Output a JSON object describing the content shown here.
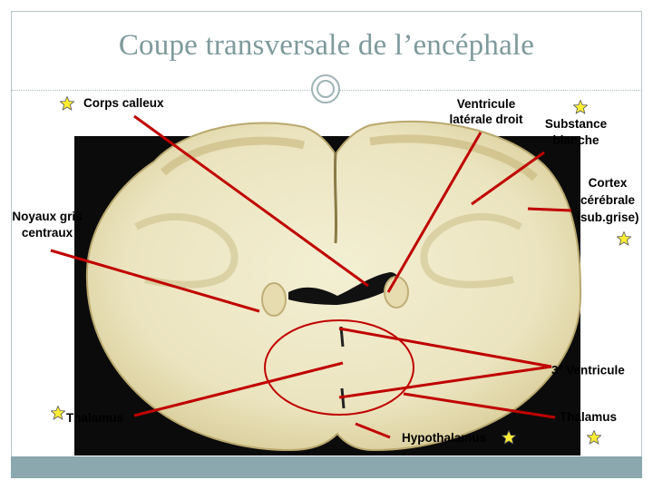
{
  "slide": {
    "title": "Coupe transversale de l’encéphale"
  },
  "labels": {
    "corps_calleux": "Corps calleux",
    "ventricule_1": "Ventricule",
    "ventricule_2": "latérale droit",
    "substance_1": "Substance",
    "substance_2": "blanche",
    "cortex_1": "Cortex",
    "cortex_2": "cérébrale",
    "cortex_3": "(sub.grise)",
    "noyaux_1": "Noyaux gris",
    "noyaux_2": "centraux",
    "troisieme_num": "3",
    "troisieme_sup": "e",
    "troisieme_txt": " Ventricule",
    "thalamus_left": "Thalamus",
    "thalamus_right": "Thalamus",
    "hypothalamus": "Hypothalamus"
  },
  "colors": {
    "title": "#7e9a9c",
    "pointer_lines": "#c00000",
    "star_fill": "#ffee33",
    "footer": "#8aa8ad"
  }
}
